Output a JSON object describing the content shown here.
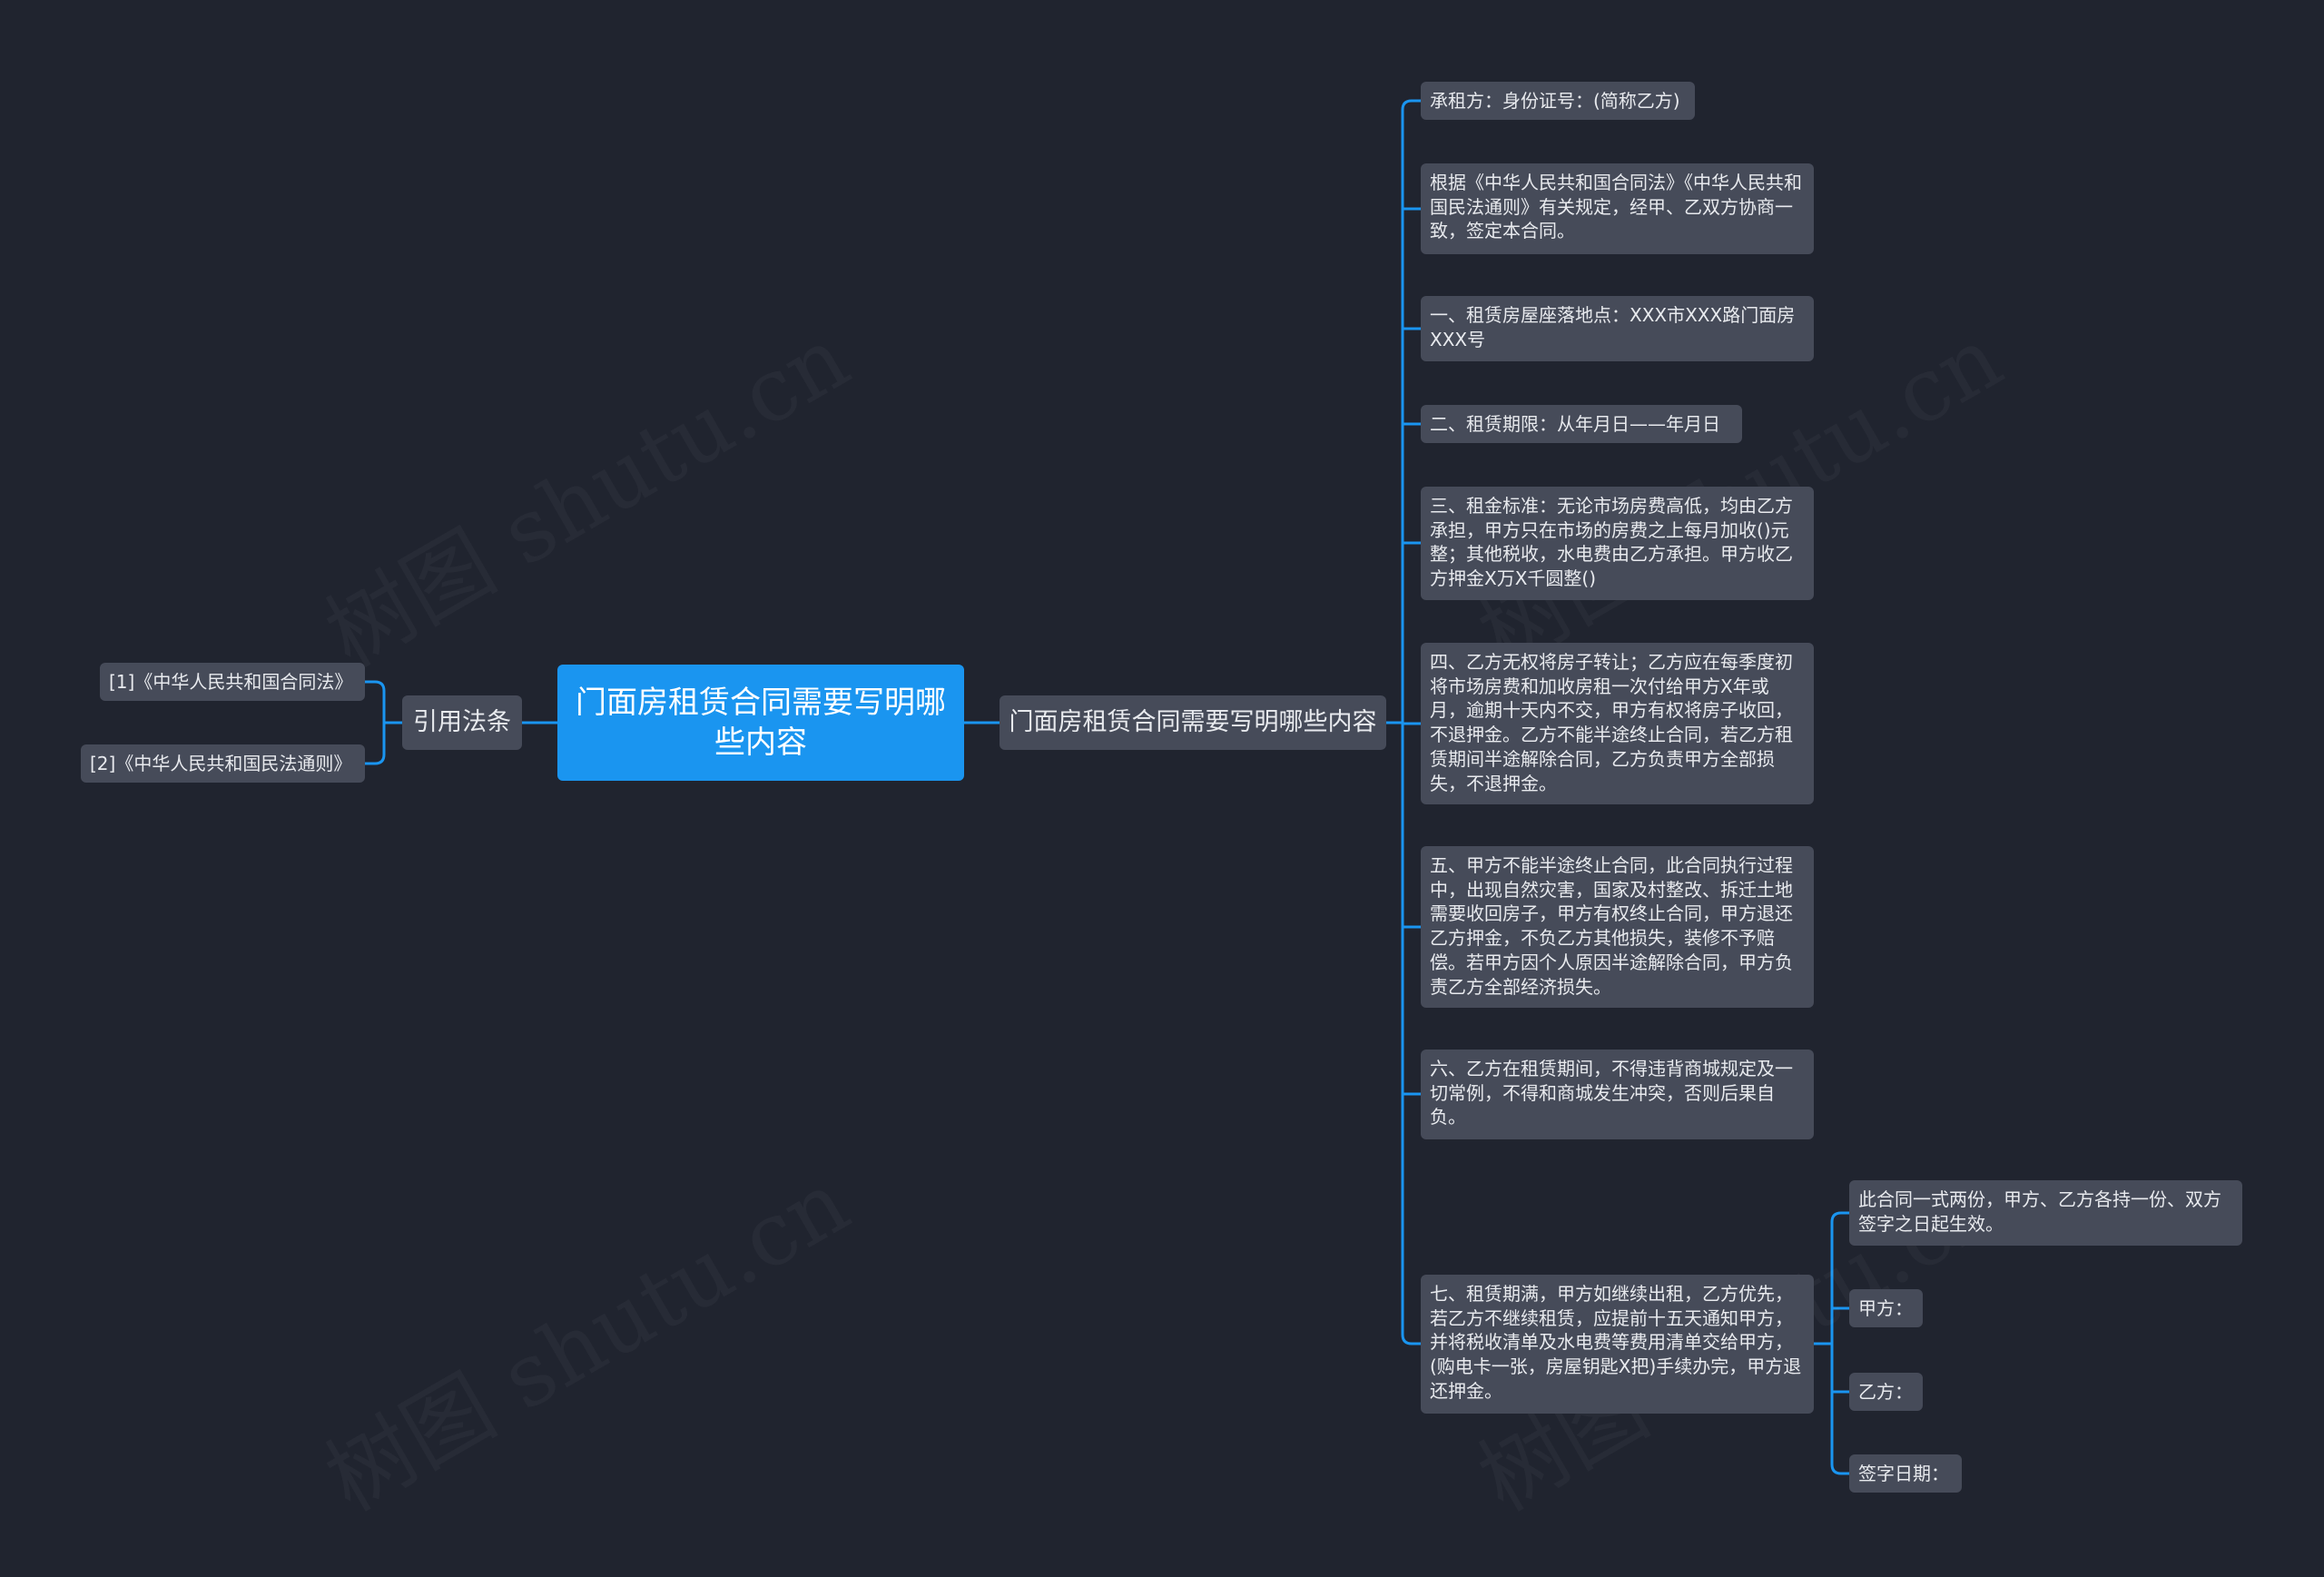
{
  "colors": {
    "background": "#20242f",
    "root_fill": "#1a95f0",
    "node_fill": "#464b59",
    "connector": "#1a95f0",
    "text": "#e8eaee"
  },
  "watermark": "树图 shutu.cn",
  "root": {
    "label": "门面房租赁合同需要写明哪些内容"
  },
  "left_branch": {
    "label": "引用法条",
    "items": [
      {
        "label": "[1]《中华人民共和国合同法》"
      },
      {
        "label": "[2]《中华人民共和国民法通则》"
      }
    ]
  },
  "right_branch": {
    "label": "门面房租赁合同需要写明哪些内容",
    "items": [
      {
        "label": "承租方：身份证号：(简称乙方)"
      },
      {
        "label": "根据《中华人民共和国合同法》《中华人民共和国民法通则》有关规定，经甲、乙双方协商一致，签定本合同。"
      },
      {
        "label": "一、租赁房屋座落地点：XXX市XXX路门面房XXX号"
      },
      {
        "label": "二、租赁期限：从年月日——年月日"
      },
      {
        "label": "三、租金标准：无论市场房费高低，均由乙方承担，甲方只在市场的房费之上每月加收()元整；其他税收，水电费由乙方承担。甲方收乙方押金X万X千圆整()"
      },
      {
        "label": "四、乙方无权将房子转让；乙方应在每季度初将市场房费和加收房租一次付给甲方X年或月，逾期十天内不交，甲方有权将房子收回，不退押金。乙方不能半途终止合同，若乙方租赁期间半途解除合同，乙方负责甲方全部损失，不退押金。"
      },
      {
        "label": "五、甲方不能半途终止合同，此合同执行过程中，出现自然灾害，国家及村整改、拆迁土地需要收回房子，甲方有权终止合同，甲方退还乙方押金，不负乙方其他损失，装修不予赔偿。若甲方因个人原因半途解除合同，甲方负责乙方全部经济损失。"
      },
      {
        "label": "六、乙方在租赁期间，不得违背商城规定及一切常例，不得和商城发生冲突，否则后果自负。"
      },
      {
        "label": "七、租赁期满，甲方如继续出租，乙方优先，若乙方不继续租赁，应提前十五天通知甲方，并将税收清单及水电费等费用清单交给甲方，(购电卡一张，房屋钥匙X把)手续办完，甲方退还押金。"
      }
    ]
  },
  "sub_items": [
    {
      "label": "此合同一式两份，甲方、乙方各持一份、双方签字之日起生效。"
    },
    {
      "label": "甲方："
    },
    {
      "label": "乙方："
    },
    {
      "label": "签字日期："
    }
  ]
}
